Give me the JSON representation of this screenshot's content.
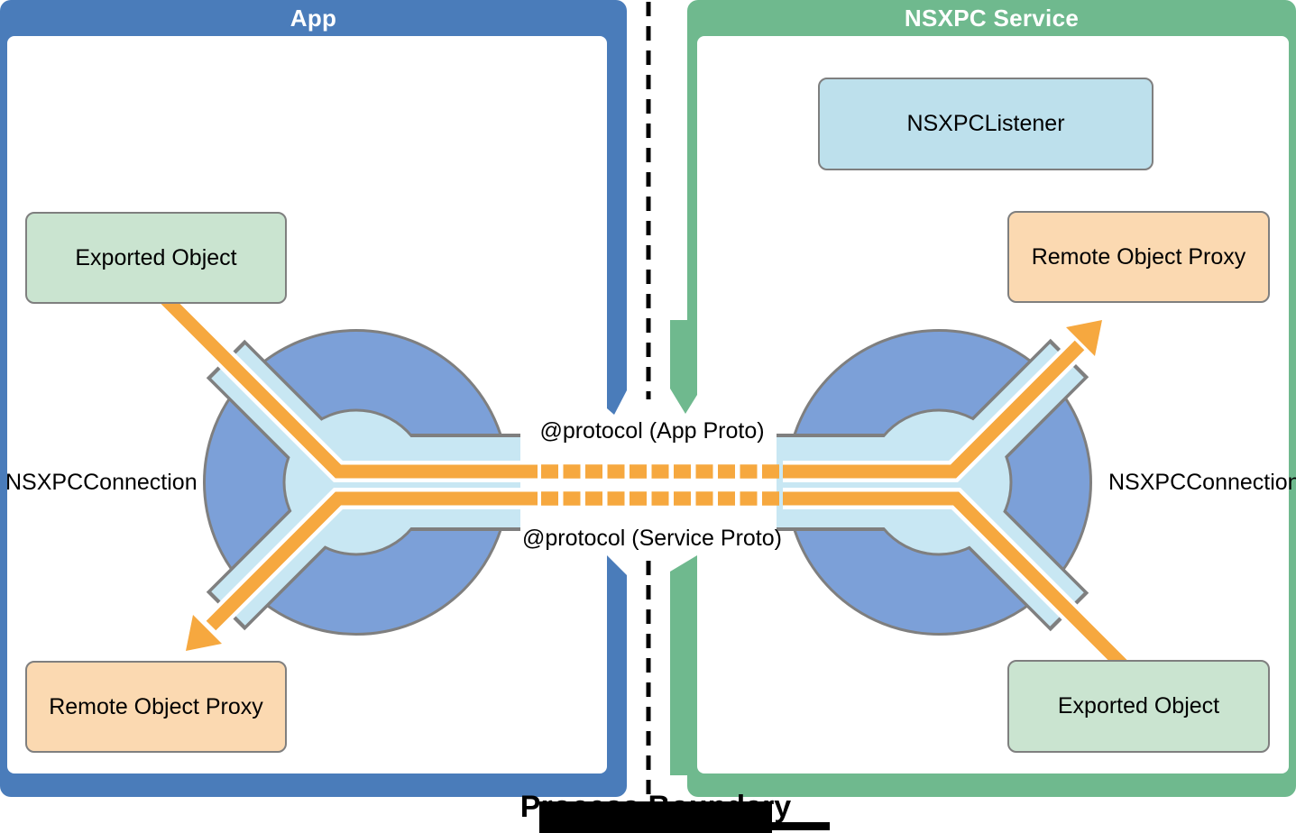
{
  "panels": {
    "app": {
      "title": "App",
      "color": "#4a7cba"
    },
    "service": {
      "title": "NSXPC Service",
      "color": "#6fb98e"
    }
  },
  "boxes": {
    "app_exported_object": {
      "label": "Exported Object",
      "color": "#cae4d0"
    },
    "app_remote_object_proxy": {
      "label": "Remote Object Proxy",
      "color": "#fbd9b1"
    },
    "nsxpc_listener": {
      "label": "NSXPCListener",
      "color": "#bde0ec"
    },
    "service_remote_object_proxy": {
      "label": "Remote Object Proxy",
      "color": "#fbd9b1"
    },
    "service_exported_object": {
      "label": "Exported Object",
      "color": "#cae4d0"
    }
  },
  "labels": {
    "app_connection": "NSXPCConnection",
    "service_connection": "NSXPCConnection",
    "protocol_app": "@protocol (App Proto)",
    "protocol_service": "@protocol (Service Proto)",
    "process_boundary": "Process Boundary"
  },
  "colors": {
    "arrow_orange": "#f6a83f",
    "icon_blue": "#7ca0d8",
    "icon_channel_blue": "#c8e7f3",
    "outline_gray": "#7f7f7f",
    "boundary_line": "#000000"
  }
}
